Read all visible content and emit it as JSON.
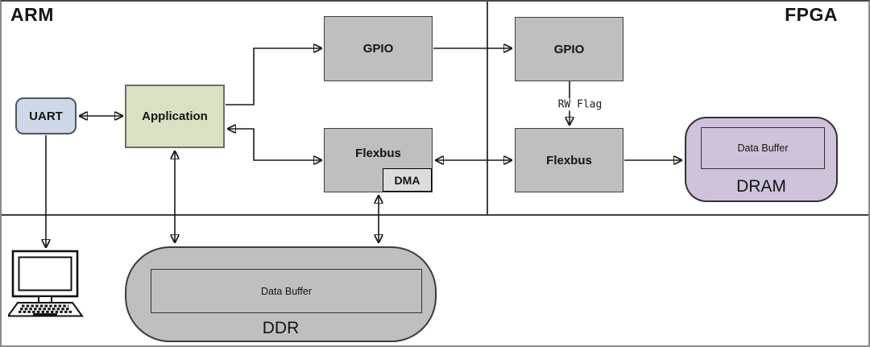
{
  "diagram": {
    "regions": {
      "arm": {
        "label": "ARM"
      },
      "fpga": {
        "label": "FPGA"
      }
    },
    "blocks": {
      "uart": {
        "label": "UART"
      },
      "application": {
        "label": "Application"
      },
      "arm_gpio": {
        "label": "GPIO"
      },
      "arm_flexbus": {
        "label": "Flexbus"
      },
      "dma": {
        "label": "DMA"
      },
      "fpga_gpio": {
        "label": "GPIO"
      },
      "fpga_flexbus": {
        "label": "Flexbus"
      },
      "dram": {
        "label": "DRAM",
        "buffer_label": "Data Buffer"
      },
      "ddr": {
        "label": "DDR",
        "buffer_label": "Data Buffer"
      }
    },
    "annotations": {
      "rw_flag_label": "RW Flag"
    },
    "icons": {
      "host_computer": "desktop-computer-icon"
    }
  },
  "colors": {
    "block_gray": "#bfbfbf",
    "dma_gray": "#dcdcdc",
    "uart_blue": "#cdd9e8",
    "application_green": "#d8e2c2",
    "dram_purple": "#cec3db",
    "line_color": "#1a1a1a"
  }
}
